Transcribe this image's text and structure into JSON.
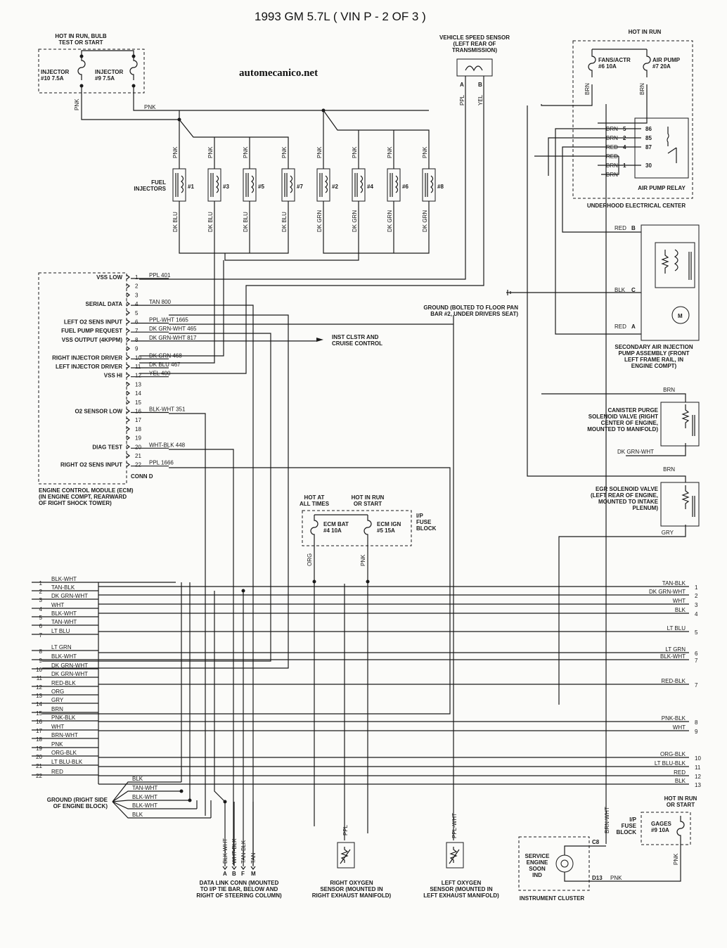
{
  "title": "1993 GM 5.7L ( VIN P - 2 OF 3 )",
  "watermark": "automecanico.net",
  "top_left": {
    "hot_label": "HOT IN RUN, BULB\nTEST OR START",
    "fuse1": "INJECTOR\n#10 7.5A",
    "fuse2": "INJECTOR\n#9 7.5A",
    "wire1": "PNK",
    "wire2": "PNK"
  },
  "injectors": {
    "label": "FUEL\nINJECTORS",
    "items": [
      {
        "num": "#1",
        "top": "PNK",
        "bottom": "DK BLU"
      },
      {
        "num": "#3",
        "top": "PNK",
        "bottom": "DK BLU"
      },
      {
        "num": "#5",
        "top": "PNK",
        "bottom": "DK BLU"
      },
      {
        "num": "#7",
        "top": "PNK",
        "bottom": "DK BLU"
      },
      {
        "num": "#2",
        "top": "PNK",
        "bottom": "DK GRN"
      },
      {
        "num": "#4",
        "top": "PNK",
        "bottom": "DK GRN"
      },
      {
        "num": "#6",
        "top": "PNK",
        "bottom": "DK GRN"
      },
      {
        "num": "#8",
        "top": "PNK",
        "bottom": "DK GRN"
      }
    ]
  },
  "vss": {
    "label": "VEHICLE SPEED SENSOR\n(LEFT REAR OF\nTRANSMISSION)",
    "wireA": "PPL",
    "pinA": "A",
    "wireB": "YEL",
    "pinB": "B"
  },
  "underhood": {
    "hot_label": "HOT IN RUN",
    "fuse1": "FANS/ACTR\n#6 10A",
    "fuse2": "AIR PUMP\n#7 20A",
    "w1": "BRN",
    "w2": "BRN",
    "relay_rows": [
      {
        "wire": "BRN",
        "pin": "5",
        "term": "86"
      },
      {
        "wire": "BRN",
        "pin": "2",
        "term": "85"
      },
      {
        "wire": "RED",
        "pin": "4",
        "term": "87"
      },
      {
        "wire": "RED",
        "pin": "",
        "term": ""
      },
      {
        "wire": "BRN",
        "pin": "1",
        "term": "30"
      },
      {
        "wire": "BRN",
        "pin": "",
        "term": ""
      }
    ],
    "relay_label": "AIR PUMP RELAY",
    "center_label": "UNDERHOOD ELECTRICAL CENTER"
  },
  "air_pump": {
    "rows": [
      {
        "wire": "RED",
        "pin": "B"
      },
      {
        "wire": "BLK",
        "pin": "C"
      },
      {
        "wire": "RED",
        "pin": "A"
      }
    ],
    "motor": "M",
    "label": "SECONDARY AIR INJECTION\nPUMP ASSEMBLY (FRONT\nLEFT FRAME RAIL, IN\nENGINE COMPT)"
  },
  "ground_floor": "GROUND (BOLTED TO FLOOR PAN\nBAR #2, UNDER DRIVERS SEAT)",
  "canister": {
    "top_wire": "BRN",
    "label": "CANISTER PURGE\nSOLENOID VALVE (RIGHT\nCENTER OF ENGINE,\nMOUNTED TO MANIFOLD)",
    "bottom_wire": "DK GRN-WHT"
  },
  "egr": {
    "top_wire": "BRN",
    "label": "EGR SOLENOID VALVE\n(LEFT REAR OF ENGINE,\nMOUNTED TO INTAKE\nPLENUM)",
    "bottom_wire": "GRY"
  },
  "ecm": {
    "pins": [
      {
        "num": "1",
        "name": "VSS LOW",
        "wire": "PPL 401"
      },
      {
        "num": "2",
        "name": "",
        "wire": ""
      },
      {
        "num": "3",
        "name": "",
        "wire": ""
      },
      {
        "num": "4",
        "name": "SERIAL DATA",
        "wire": "TAN 800"
      },
      {
        "num": "5",
        "name": "",
        "wire": ""
      },
      {
        "num": "6",
        "name": "LEFT O2 SENS INPUT",
        "wire": "PPL-WHT 1665"
      },
      {
        "num": "7",
        "name": "FUEL PUMP REQUEST",
        "wire": "DK GRN-WHT 465"
      },
      {
        "num": "8",
        "name": "VSS OUTPUT (4KPPM)",
        "wire": "DK GRN-WHT 817"
      },
      {
        "num": "9",
        "name": "",
        "wire": ""
      },
      {
        "num": "10",
        "name": "RIGHT INJECTOR DRIVER",
        "wire": "DK GRN 468"
      },
      {
        "num": "11",
        "name": "LEFT INJECTOR DRIVER",
        "wire": "DK BLU 467"
      },
      {
        "num": "12",
        "name": "VSS HI",
        "wire": "YEL 400"
      },
      {
        "num": "13",
        "name": "",
        "wire": ""
      },
      {
        "num": "14",
        "name": "",
        "wire": ""
      },
      {
        "num": "15",
        "name": "",
        "wire": ""
      },
      {
        "num": "16",
        "name": "O2 SENSOR LOW",
        "wire": "BLK-WHT 351"
      },
      {
        "num": "17",
        "name": "",
        "wire": ""
      },
      {
        "num": "18",
        "name": "",
        "wire": ""
      },
      {
        "num": "19",
        "name": "",
        "wire": ""
      },
      {
        "num": "20",
        "name": "DIAG TEST",
        "wire": "WHT-BLK 448"
      },
      {
        "num": "21",
        "name": "",
        "wire": ""
      },
      {
        "num": "22",
        "name": "RIGHT O2 SENS INPUT",
        "wire": "PPL 1666"
      }
    ],
    "conn": "CONN D",
    "label": "ENGINE CONTROL MODULE (ECM)\n(IN ENGINE COMPT, REARWARD\nOF RIGHT SHOCK TOWER)",
    "inst_clstr": "INST CLSTR AND\nCRUISE CONTROL"
  },
  "ip_fuse": {
    "hot1": "HOT AT\nALL TIMES",
    "hot2": "HOT IN RUN\nOR START",
    "fuse1": "ECM BAT\n#4 10A",
    "fuse2": "ECM IGN\n#5 15A",
    "block": "I/P\nFUSE\nBLOCK",
    "w1": "ORG",
    "w2": "PNK"
  },
  "bus_left": [
    {
      "num": "1",
      "wire": "BLK-WHT"
    },
    {
      "num": "2",
      "wire": "TAN-BLK"
    },
    {
      "num": "3",
      "wire": "DK GRN-WHT"
    },
    {
      "num": "4",
      "wire": "WHT"
    },
    {
      "num": "5",
      "wire": "BLK-WHT"
    },
    {
      "num": "6",
      "wire": "TAN-WHT"
    },
    {
      "num": "7",
      "wire": "LT BLU"
    },
    {
      "num": "8",
      "wire": "LT GRN"
    },
    {
      "num": "9",
      "wire": "BLK-WHT"
    },
    {
      "num": "10",
      "wire": "DK GRN-WHT"
    },
    {
      "num": "11",
      "wire": "DK GRN-WHT"
    },
    {
      "num": "12",
      "wire": "RED-BLK"
    },
    {
      "num": "13",
      "wire": "ORG"
    },
    {
      "num": "14",
      "wire": "GRY"
    },
    {
      "num": "15",
      "wire": "BRN"
    },
    {
      "num": "16",
      "wire": "PNK-BLK"
    },
    {
      "num": "17",
      "wire": "WHT"
    },
    {
      "num": "18",
      "wire": "BRN-WHT"
    },
    {
      "num": "19",
      "wire": "PNK"
    },
    {
      "num": "20",
      "wire": "ORG-BLK"
    },
    {
      "num": "21",
      "wire": "LT BLU-BLK"
    },
    {
      "num": "22",
      "wire": "RED"
    }
  ],
  "bus_right": [
    {
      "num": "1",
      "wire": "TAN-BLK"
    },
    {
      "num": "2",
      "wire": "DK GRN-WHT"
    },
    {
      "num": "3",
      "wire": "WHT"
    },
    {
      "num": "4",
      "wire": "BLK"
    },
    {
      "num": "5",
      "wire": "LT BLU"
    },
    {
      "num": "6",
      "wire": "LT GRN"
    },
    {
      "num": "7",
      "wire": "BLK-WHT"
    },
    {
      "num": "7",
      "wire": "RED-BLK"
    },
    {
      "num": "8",
      "wire": "PNK-BLK"
    },
    {
      "num": "9",
      "wire": "WHT"
    },
    {
      "num": "10",
      "wire": "ORG-BLK"
    },
    {
      "num": "11",
      "wire": "LT BLU-BLK"
    },
    {
      "num": "12",
      "wire": "RED"
    },
    {
      "num": "13",
      "wire": "BLK"
    }
  ],
  "ground_engine": {
    "label": "GROUND (RIGHT SIDE\nOF ENGINE BLOCK)",
    "wires": [
      "BLK",
      "TAN-WHT",
      "BLK-WHT",
      "BLK-WHT",
      "BLK"
    ]
  },
  "dlc": {
    "wires": [
      "BLK-WHT",
      "WHT-BLK",
      "TAN-BLK",
      "TAN"
    ],
    "pins": [
      "A",
      "B",
      "F",
      "M"
    ],
    "label": "DATA LINK CONN (MOUNTED\nTO I/P TIE BAR, BELOW AND\nRIGHT OF STEERING COLUMN)"
  },
  "o2_right": {
    "wire": "PPL",
    "label": "RIGHT OXYGEN\nSENSOR (MOUNTED IN\nRIGHT EXHAUST MANIFOLD)"
  },
  "o2_left": {
    "wire": "PPL-WHT",
    "label": "LEFT OXYGEN\nSENSOR (MOUNTED IN\nLEFT EXHAUST MANIFOLD)"
  },
  "cluster": {
    "wire": "BRN-WHT",
    "c8": "C8",
    "d13": "D13",
    "d13_wire": "PNK",
    "indicator": "SERVICE\nENGINE\nSOON\nIND",
    "label": "INSTRUMENT CLUSTER",
    "hot": "HOT IN RUN\nOR START",
    "fuse_block": "I/P\nFUSE\nBLOCK",
    "gauges": "GAGES\n#9 10A",
    "pnk": "PNK"
  }
}
